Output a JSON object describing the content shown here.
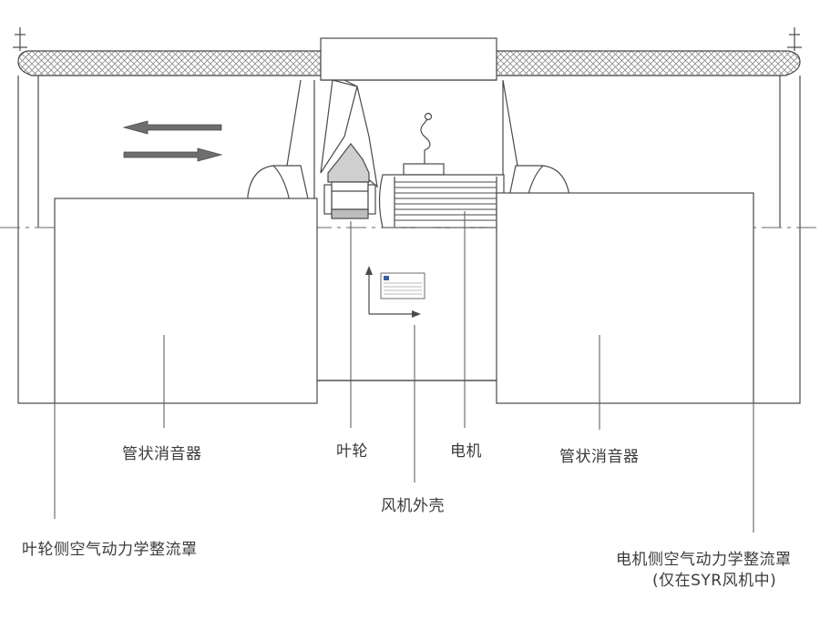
{
  "labels": {
    "silencer_left": "管状消音器",
    "impeller": "叶轮",
    "motor": "电机",
    "silencer_right": "管状消音器",
    "fan_casing": "风机外壳",
    "impeller_side_fairing": "叶轮侧空气动力学整流罩",
    "motor_side_fairing": "电机侧空气动力学整流罩",
    "motor_side_fairing_note": "(仅在SYR风机中)"
  },
  "colors": {
    "line": "#4a4a4a",
    "arrow_fill": "#6e6e6e",
    "hatch": "#8a8a8a",
    "text": "#3b3b3b"
  }
}
